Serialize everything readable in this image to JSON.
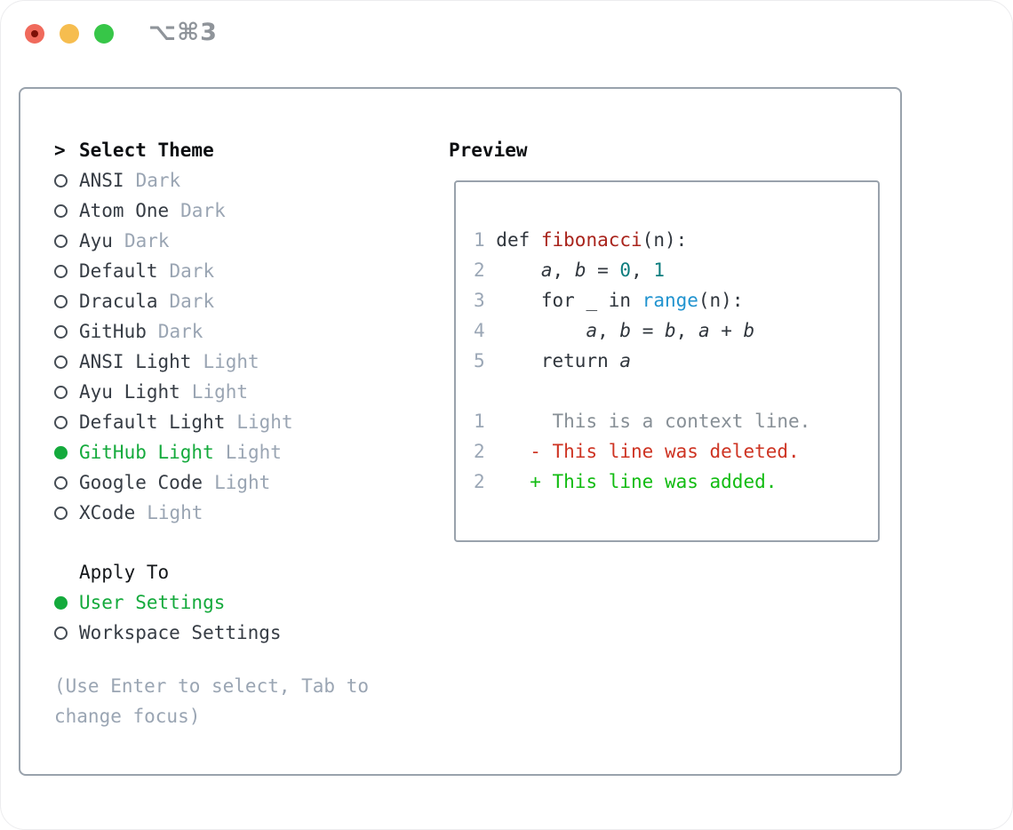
{
  "window": {
    "title": "⌥⌘3",
    "traffic_lights": [
      {
        "name": "close",
        "color": "#f06a5c",
        "has_dot": true
      },
      {
        "name": "minimize",
        "color": "#f6bd4f",
        "has_dot": false
      },
      {
        "name": "zoom",
        "color": "#37c648",
        "has_dot": false
      }
    ]
  },
  "theme_picker": {
    "prompt": ">",
    "header": "Select Theme",
    "items": [
      {
        "name": "ANSI",
        "tag": "Dark",
        "selected": false
      },
      {
        "name": "Atom One",
        "tag": "Dark",
        "selected": false
      },
      {
        "name": "Ayu",
        "tag": "Dark",
        "selected": false
      },
      {
        "name": "Default",
        "tag": "Dark",
        "selected": false
      },
      {
        "name": "Dracula",
        "tag": "Dark",
        "selected": false
      },
      {
        "name": "GitHub",
        "tag": "Dark",
        "selected": false
      },
      {
        "name": "ANSI Light",
        "tag": "Light",
        "selected": false
      },
      {
        "name": "Ayu Light",
        "tag": "Light",
        "selected": false
      },
      {
        "name": "Default Light",
        "tag": "Light",
        "selected": false
      },
      {
        "name": "GitHub Light",
        "tag": "Light",
        "selected": true
      },
      {
        "name": "Google Code",
        "tag": "Light",
        "selected": false
      },
      {
        "name": "XCode",
        "tag": "Light",
        "selected": false
      }
    ],
    "apply_header": "Apply To",
    "apply_items": [
      {
        "name": "User Settings",
        "selected": true
      },
      {
        "name": "Workspace Settings",
        "selected": false
      }
    ],
    "hint": "(Use Enter to select, Tab to change focus)"
  },
  "preview": {
    "header": "Preview",
    "lines": [
      [
        [
          "num",
          "1"
        ],
        [
          "code",
          " def "
        ],
        [
          "fn",
          "fibonacci"
        ],
        [
          "code",
          "(n):"
        ]
      ],
      [
        [
          "num",
          "2"
        ],
        [
          "code",
          "     "
        ],
        [
          "var",
          "a"
        ],
        [
          "code",
          ", "
        ],
        [
          "var",
          "b"
        ],
        [
          "code",
          " = "
        ],
        [
          "numlit",
          "0"
        ],
        [
          "code",
          ", "
        ],
        [
          "numlit",
          "1"
        ]
      ],
      [
        [
          "num",
          "3"
        ],
        [
          "code",
          "     for _ in "
        ],
        [
          "builtin",
          "range"
        ],
        [
          "code",
          "(n):"
        ]
      ],
      [
        [
          "num",
          "4"
        ],
        [
          "code",
          "         "
        ],
        [
          "var",
          "a"
        ],
        [
          "code",
          ", "
        ],
        [
          "var",
          "b"
        ],
        [
          "code",
          " = "
        ],
        [
          "var",
          "b"
        ],
        [
          "code",
          ", "
        ],
        [
          "var",
          "a"
        ],
        [
          "code",
          " + "
        ],
        [
          "var",
          "b"
        ]
      ],
      [
        [
          "num",
          "5"
        ],
        [
          "code",
          "     return "
        ],
        [
          "var",
          "a"
        ]
      ],
      [],
      [
        [
          "num",
          "1"
        ],
        [
          "code",
          "      "
        ],
        [
          "ctx",
          "This is a context line."
        ]
      ],
      [
        [
          "num",
          "2"
        ],
        [
          "code",
          "    "
        ],
        [
          "del",
          "- This line was deleted."
        ]
      ],
      [
        [
          "num",
          "2"
        ],
        [
          "code",
          "    "
        ],
        [
          "add",
          "+ This line was added."
        ]
      ]
    ]
  },
  "colors": {
    "selection_green": "#14aa3c",
    "added_green": "#12bc12",
    "deleted_red": "#ce3423",
    "function_red": "#a9241c",
    "number_teal": "#0d7d7e",
    "builtin_blue": "#2193cf",
    "muted_gray": "#9aa5b3",
    "line_number_gray": "#9ba7b6",
    "panel_border": "#99a2ac"
  }
}
